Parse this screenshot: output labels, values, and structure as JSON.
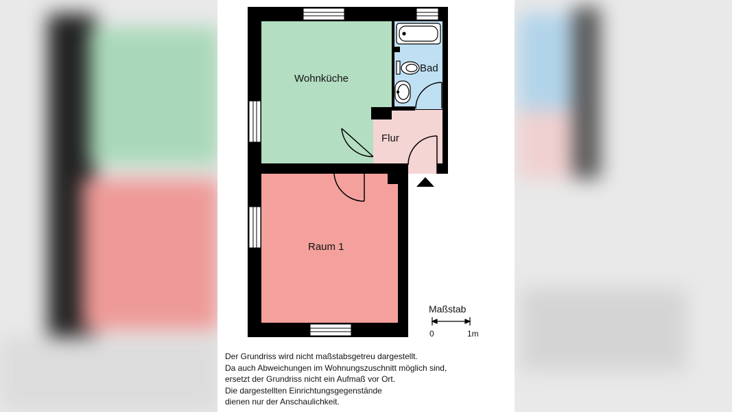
{
  "rooms": {
    "kitchen": "Wohnküche",
    "bath": "Bad",
    "hall": "Flur",
    "room1": "Raum 1"
  },
  "scale": {
    "title": "Maßstab",
    "start": "0",
    "end": "1m"
  },
  "disclaimer": [
    "Der Grundriss wird nicht maßstabsgetreu dargestellt.",
    "Da auch Abweichungen im Wohnungszuschnitt möglich sind,",
    "ersetzt der Grundriss nicht ein Aufmaß vor Ort.",
    "Die dargestellten Einrichtungsgegenstände",
    "dienen nur der Anschaulichkeit."
  ],
  "colors": {
    "kitchen": "#b3dec2",
    "bath": "#bfe0f3",
    "hall": "#f5d4d4",
    "room1": "#f4a19e",
    "wall": "#000000"
  }
}
